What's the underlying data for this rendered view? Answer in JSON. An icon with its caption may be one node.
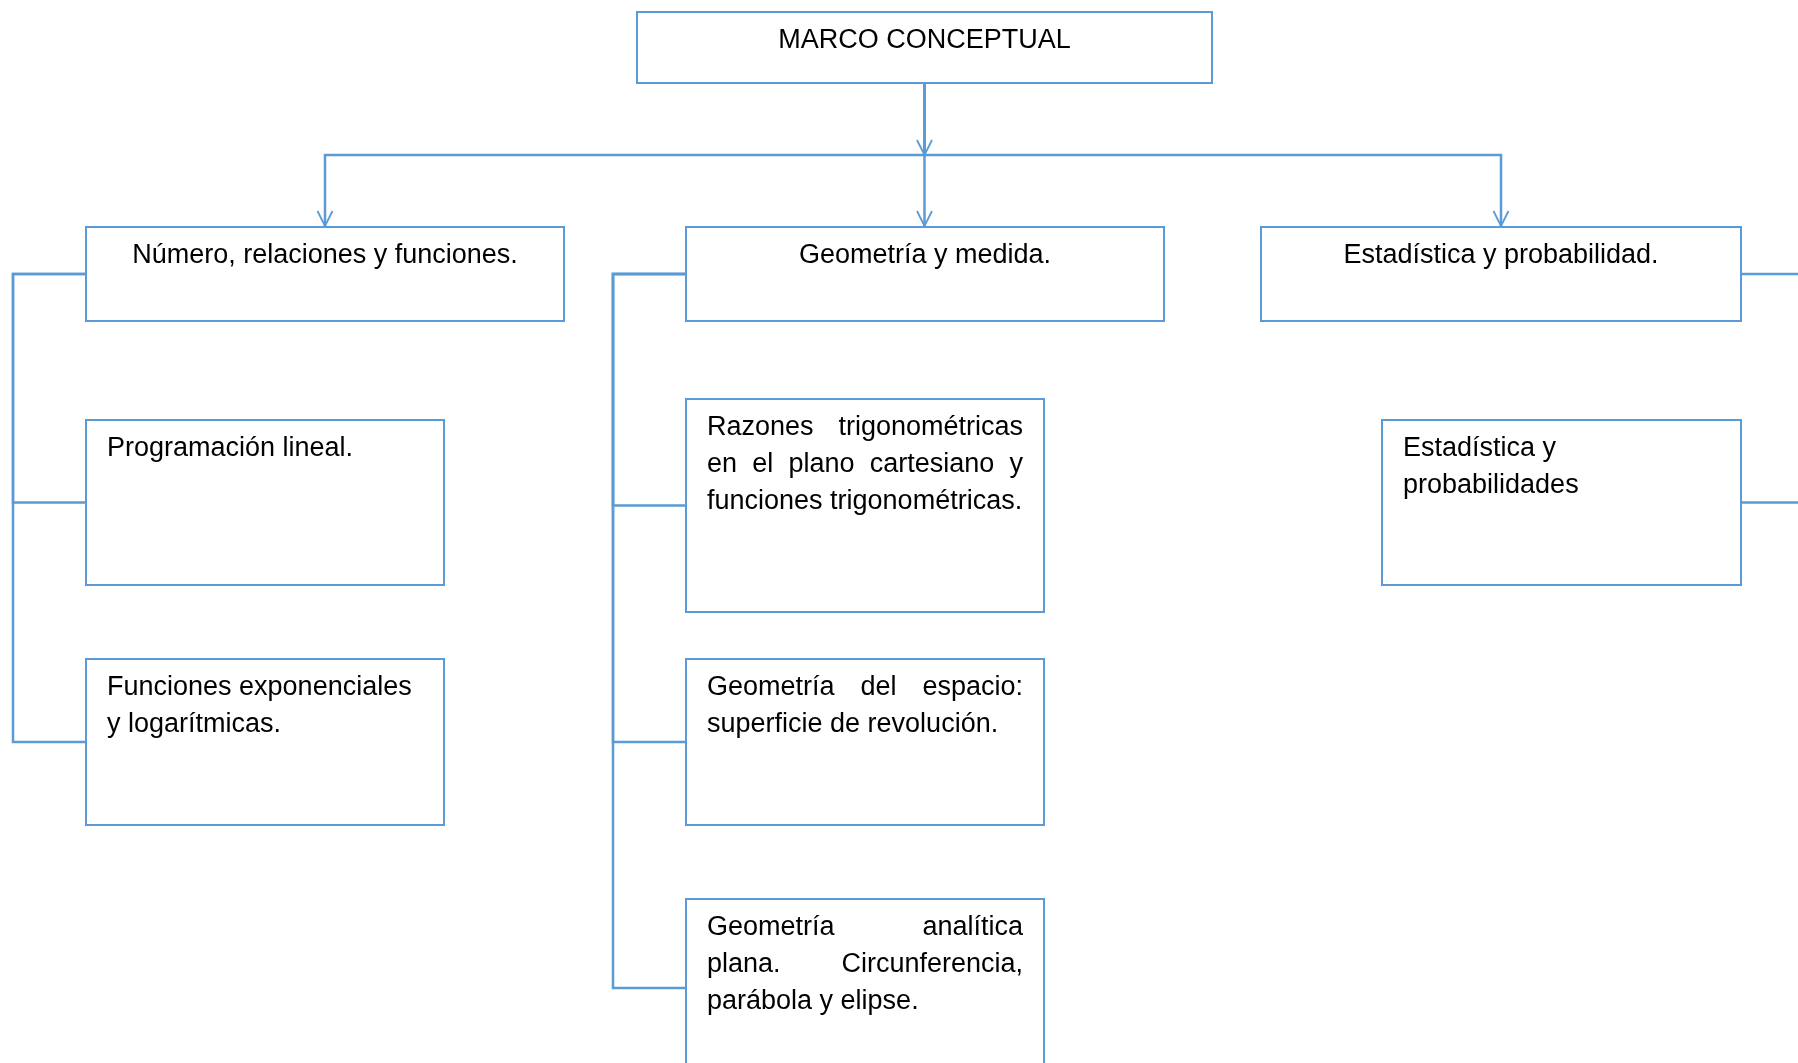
{
  "diagram": {
    "nodes": [
      {
        "text": [
          "MARCO CONCEPTUAL"
        ]
      },
      {
        "text": [
          "Número, relaciones y funciones."
        ]
      },
      {
        "text": [
          "Geometría y medida."
        ]
      },
      {
        "text": [
          "Estadística y probabilidad."
        ]
      },
      {
        "text": [
          "Programación lineal."
        ]
      },
      {
        "text": [
          "Funciones exponenciales y logarítmicas."
        ]
      },
      {
        "text": [
          "Razones trigonométricas en el plano cartesiano y funciones trigonométricas."
        ]
      },
      {
        "text": [
          "Geometría del espacio: superficie de revolución."
        ]
      },
      {
        "text": [
          "Geometría analítica plana. Circunferencia, parábola y elipse."
        ]
      },
      {
        "text": [
          "Estadística y probabilidades"
        ]
      }
    ],
    "edges": [
      {
        "from": 0,
        "to": 1,
        "arrow": "to"
      },
      {
        "from": 0,
        "to": 2,
        "arrow": "to"
      },
      {
        "from": 0,
        "to": 3,
        "arrow": "to"
      },
      {
        "from": 1,
        "to": 4,
        "arrow": "none"
      },
      {
        "from": 1,
        "to": 5,
        "arrow": "none"
      },
      {
        "from": 2,
        "to": 6,
        "arrow": "none"
      },
      {
        "from": 2,
        "to": 7,
        "arrow": "none"
      },
      {
        "from": 2,
        "to": 8,
        "arrow": "none"
      },
      {
        "from": 3,
        "to": 9,
        "arrow": "none"
      }
    ]
  }
}
